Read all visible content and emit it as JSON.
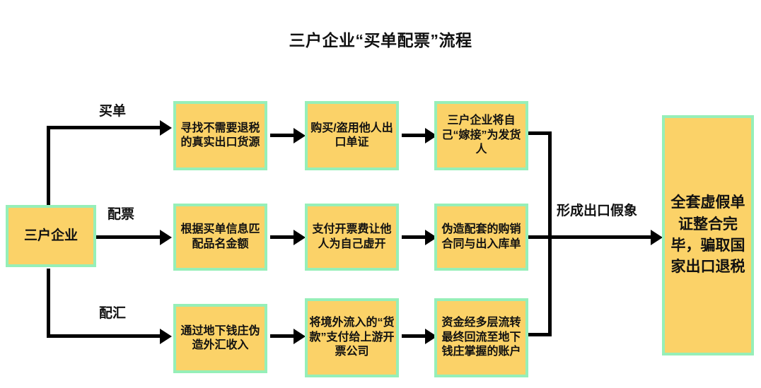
{
  "diagram": {
    "title": "三户企业“买单配票”流程",
    "type": "flowchart",
    "colors": {
      "node_fill": "#FBD268",
      "node_border": "#96EFB8",
      "connector": "#000000",
      "text": "#111111",
      "background": "#FFFFFF"
    },
    "source_node": {
      "label": "三户企业"
    },
    "final_node": {
      "label": "全套虚假单证整合完毕，骗取国家出口退税"
    },
    "merge_label": "形成出口假象",
    "branches": [
      {
        "label": "买单",
        "steps": [
          {
            "label": "寻找不需要退税的真实出口货源"
          },
          {
            "label": "购买/盗用他人出口单证"
          },
          {
            "label": "三户企业将自己“嫁接”为发货人"
          }
        ]
      },
      {
        "label": "配票",
        "steps": [
          {
            "label": "根据买单信息匹配品名金额"
          },
          {
            "label": "支付开票费让他人为自己虚开"
          },
          {
            "label": "伪造配套的购销合同与出入库单"
          }
        ]
      },
      {
        "label": "配汇",
        "steps": [
          {
            "label": "通过地下钱庄伪造外汇收入"
          },
          {
            "label": "将境外流入的“货款”支付给上游开票公司"
          },
          {
            "label": "资金经多层流转最终回流至地下钱庄掌握的账户"
          }
        ]
      }
    ]
  }
}
